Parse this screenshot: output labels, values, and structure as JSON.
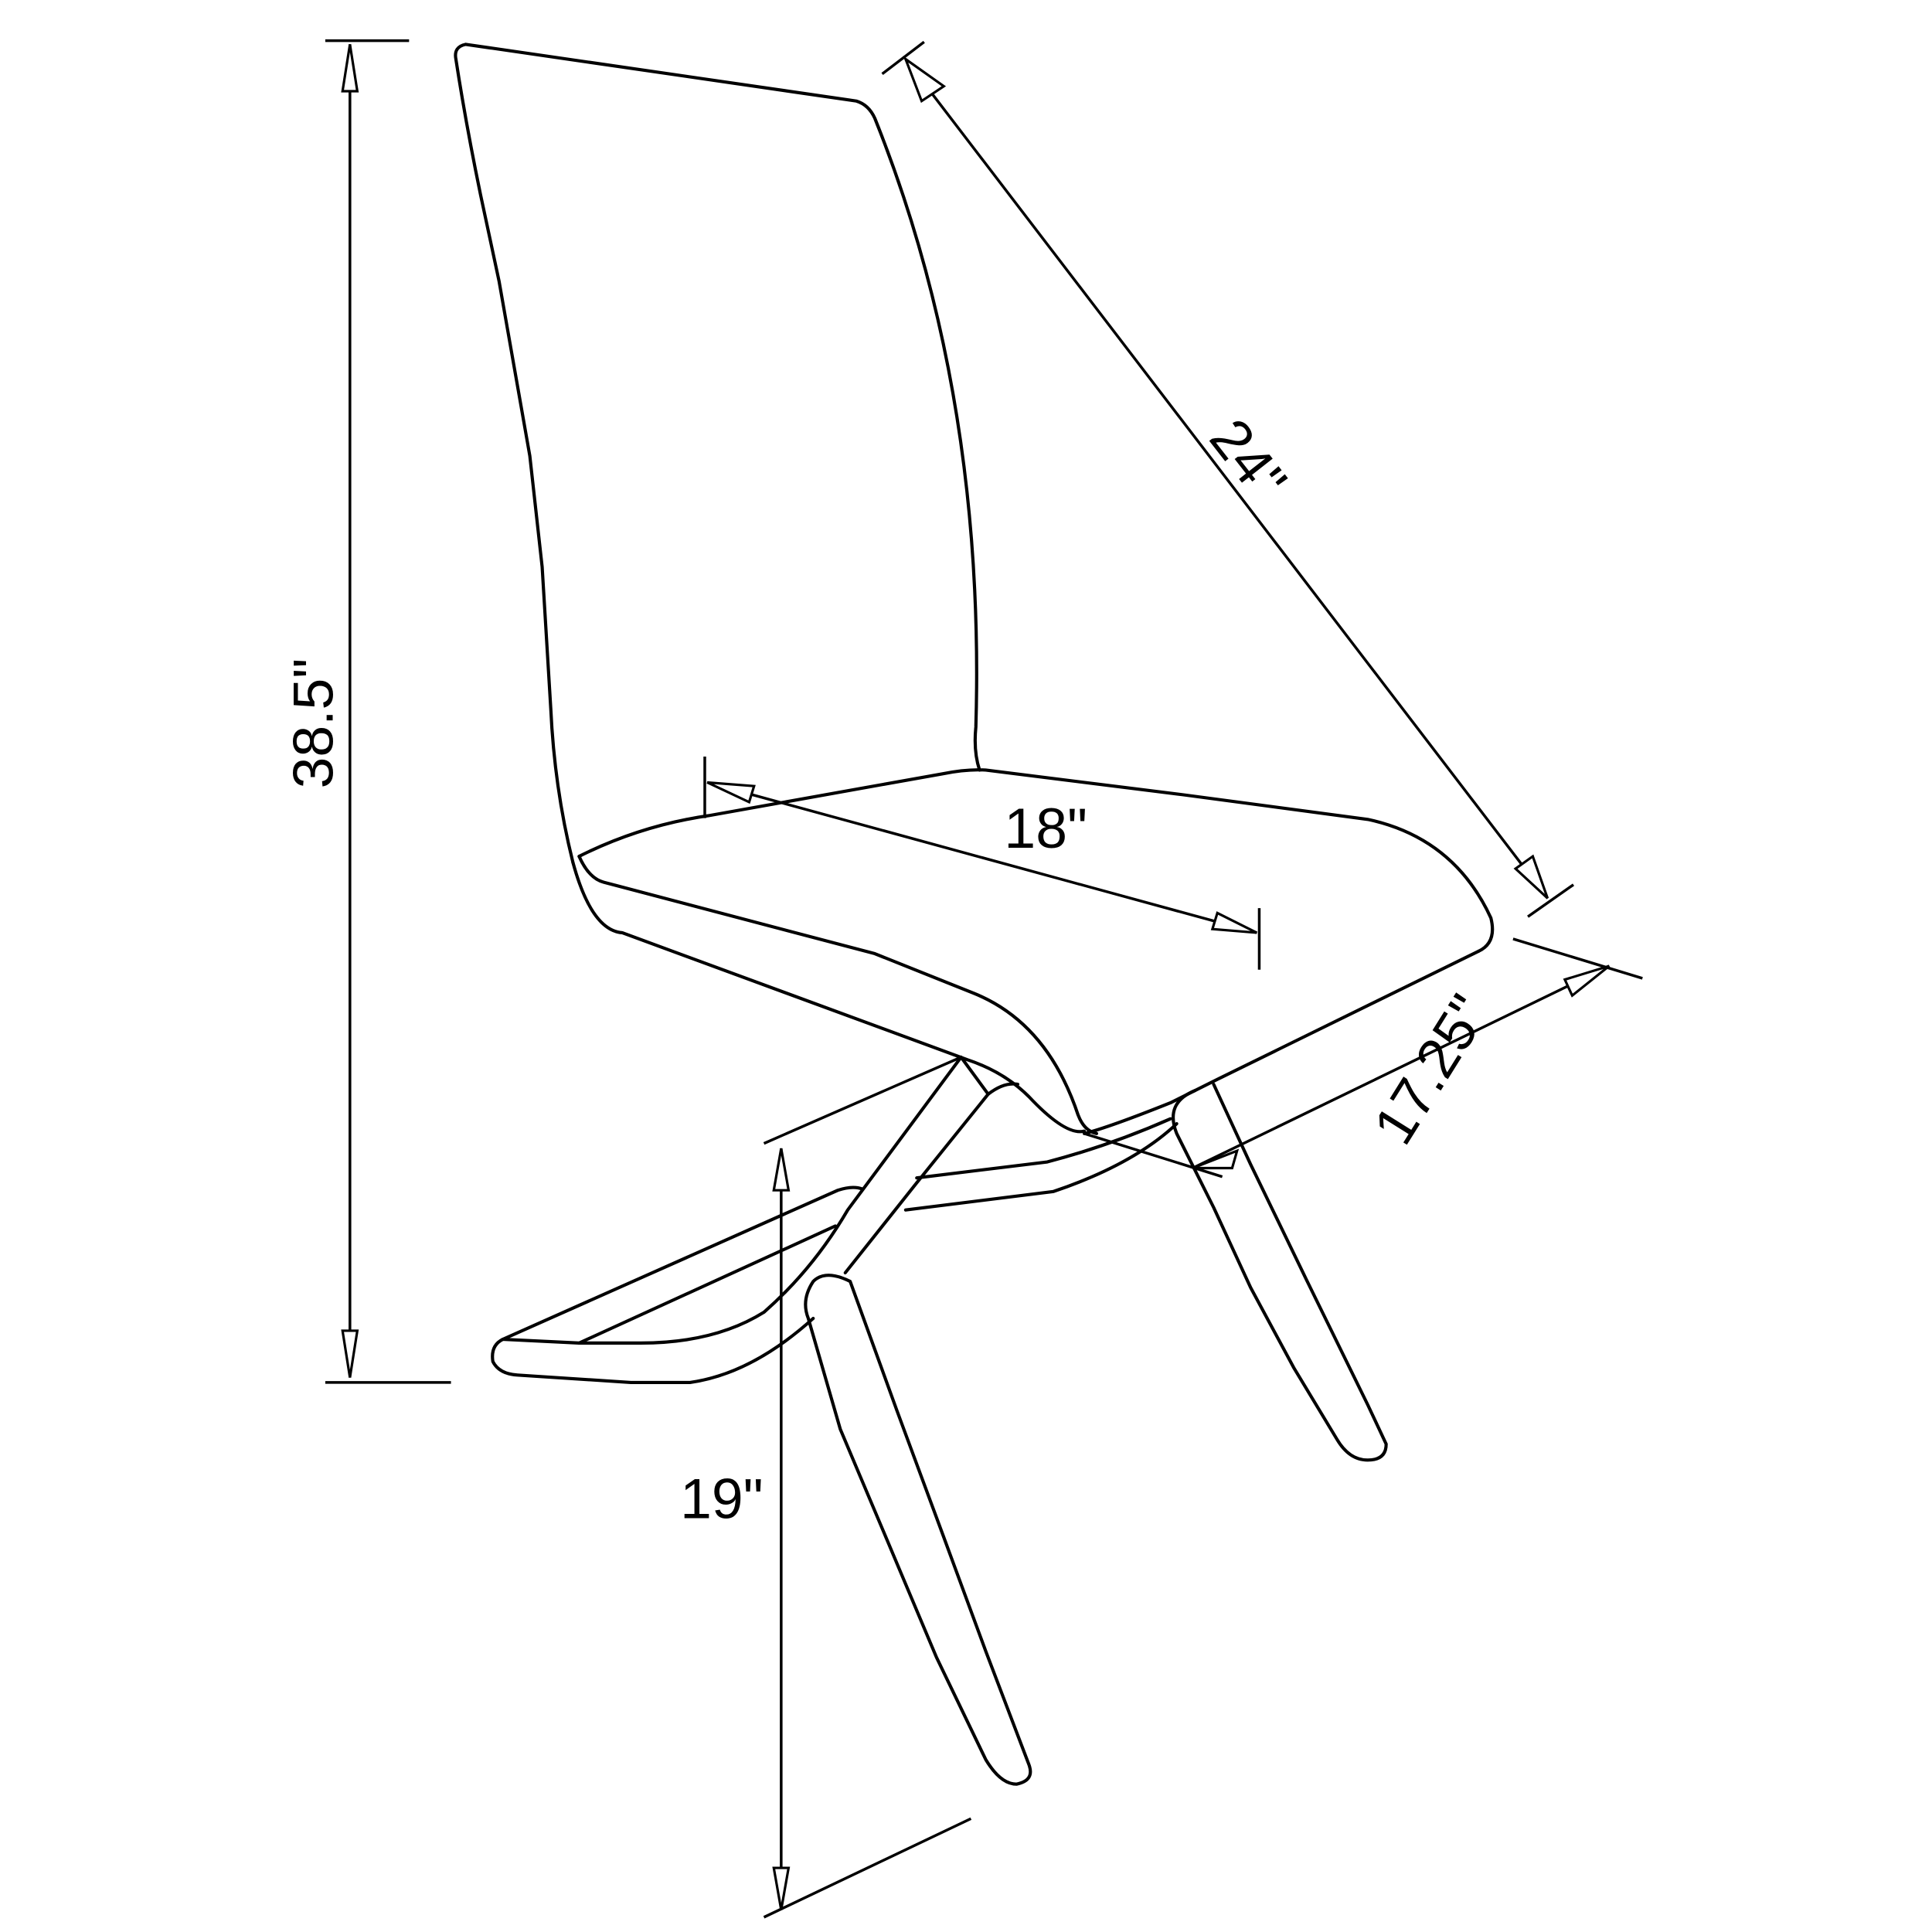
{
  "diagram": {
    "subject": "Dining side chair dimension drawing",
    "line_color": "#000000",
    "background": "#ffffff",
    "dimensions": {
      "overall_height": "38.5\"",
      "depth": "24\"",
      "seat_width": "18\"",
      "seat_depth": "17.25\"",
      "seat_height": "19\""
    }
  }
}
